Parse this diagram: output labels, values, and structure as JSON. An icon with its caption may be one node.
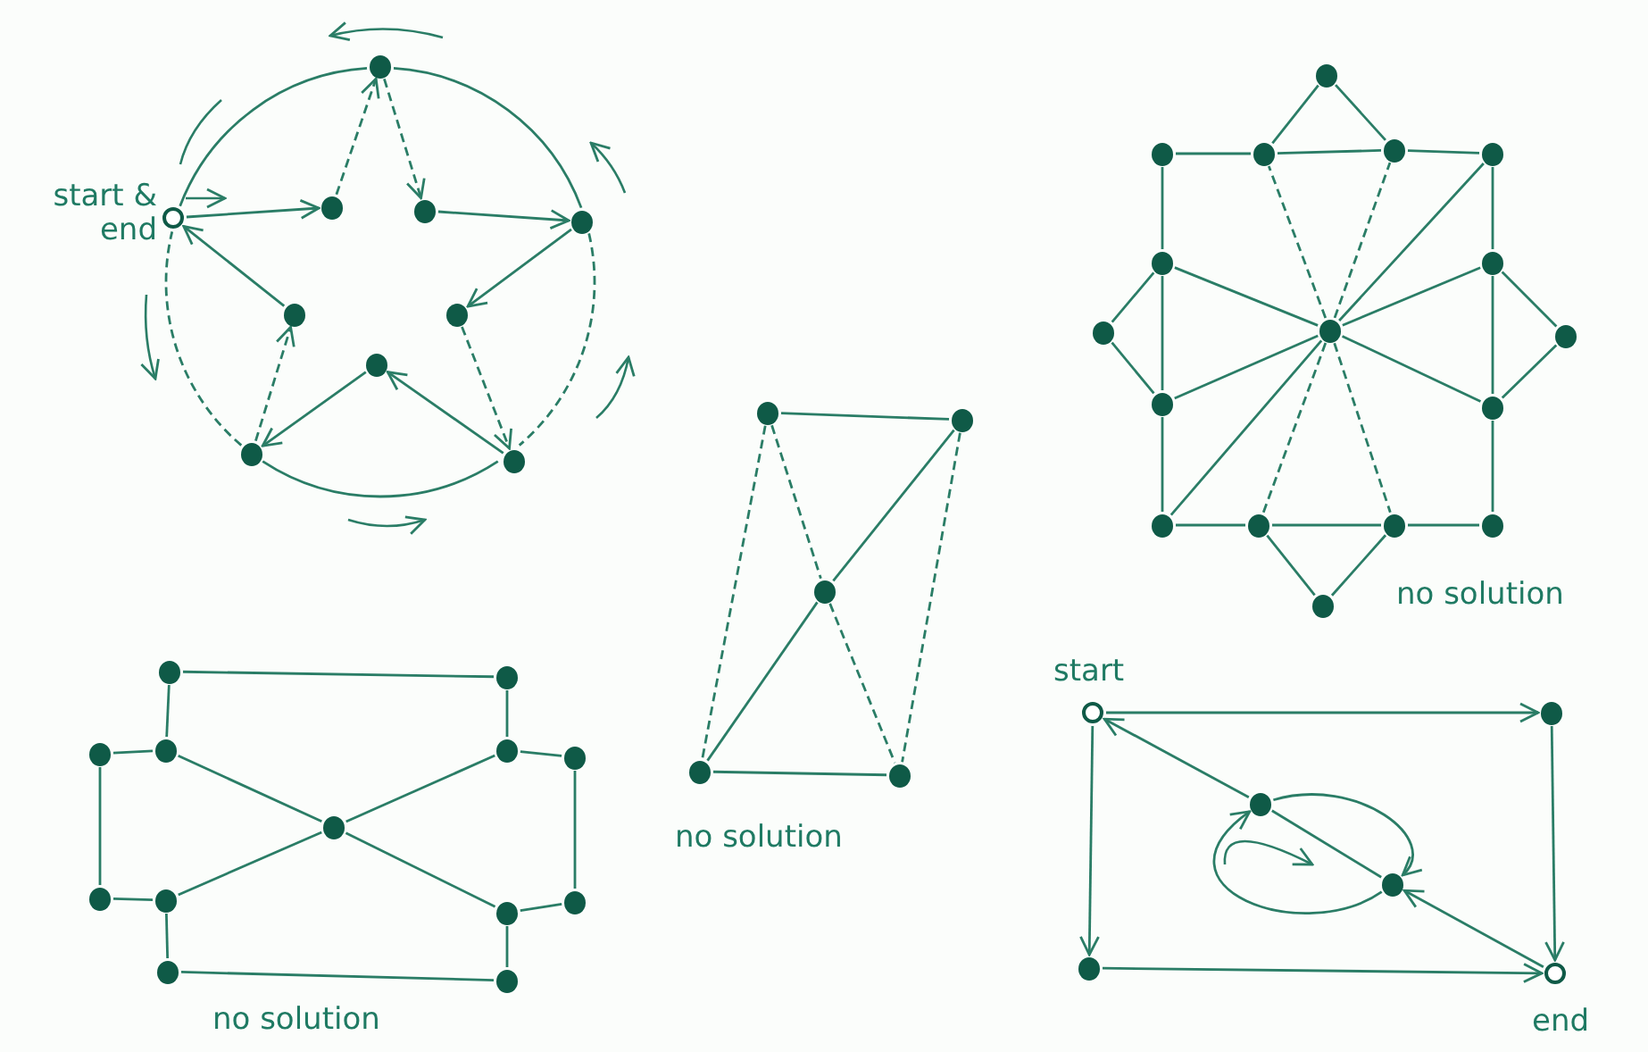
{
  "diagram": {
    "nodes": [
      {
        "text": [],
        "shape": "ring",
        "beside": [
          "start & end"
        ]
      },
      {
        "text": [],
        "shape": "circle"
      },
      {
        "text": [],
        "shape": "circle"
      },
      {
        "text": [],
        "shape": "circle"
      },
      {
        "text": [],
        "shape": "circle"
      },
      {
        "text": [],
        "shape": "circle"
      },
      {
        "text": [],
        "shape": "circle"
      },
      {
        "text": [],
        "shape": "circle"
      },
      {
        "text": [],
        "shape": "circle"
      },
      {
        "text": [],
        "shape": "circle"
      },
      {
        "text": [],
        "shape": "circle"
      },
      {
        "text": [],
        "shape": "circle"
      },
      {
        "text": [],
        "shape": "circle"
      },
      {
        "text": [],
        "shape": "circle"
      },
      {
        "text": [],
        "shape": "circle"
      },
      {
        "text": [],
        "shape": "circle"
      },
      {
        "text": [],
        "shape": "circle"
      },
      {
        "text": [],
        "shape": "circle"
      },
      {
        "text": [],
        "shape": "circle"
      },
      {
        "text": [],
        "shape": "circle"
      },
      {
        "text": [],
        "shape": "circle"
      },
      {
        "text": [],
        "shape": "circle"
      },
      {
        "text": [],
        "shape": "circle"
      },
      {
        "text": [],
        "shape": "circle"
      },
      {
        "text": [],
        "shape": "circle"
      },
      {
        "text": [],
        "shape": "circle"
      },
      {
        "text": [],
        "shape": "circle"
      },
      {
        "text": [],
        "shape": "circle"
      },
      {
        "text": [],
        "shape": "circle"
      },
      {
        "text": [],
        "shape": "circle"
      },
      {
        "text": [],
        "shape": "circle"
      },
      {
        "text": [],
        "shape": "circle"
      },
      {
        "text": [],
        "shape": "circle"
      },
      {
        "text": [],
        "shape": "circle"
      },
      {
        "text": [],
        "shape": "circle"
      },
      {
        "text": [],
        "shape": "circle"
      },
      {
        "text": [],
        "shape": "circle"
      },
      {
        "text": [],
        "shape": "circle"
      },
      {
        "text": [],
        "shape": "circle"
      },
      {
        "text": [],
        "shape": "circle"
      },
      {
        "text": [],
        "shape": "circle"
      },
      {
        "text": [],
        "shape": "circle"
      },
      {
        "text": [],
        "shape": "circle"
      },
      {
        "text": [],
        "shape": "circle"
      },
      {
        "text": [],
        "shape": "circle"
      },
      {
        "text": [],
        "shape": "ring",
        "beside": [
          "start"
        ]
      },
      {
        "text": [],
        "shape": "circle"
      },
      {
        "text": [],
        "shape": "circle"
      },
      {
        "text": [],
        "shape": "circle"
      },
      {
        "text": [],
        "shape": "circle"
      },
      {
        "text": [],
        "shape": "ring",
        "beside": [
          "end"
        ]
      }
    ],
    "edges": [
      {
        "from": 0,
        "to": 1,
        "arrow": "to"
      },
      {
        "from": 1,
        "to": 2,
        "arrow": "to",
        "style": "dashed"
      },
      {
        "from": 2,
        "to": 3,
        "arrow": "to",
        "style": "dashed"
      },
      {
        "from": 3,
        "to": 4,
        "arrow": "to"
      },
      {
        "from": 4,
        "to": 5,
        "arrow": "to"
      },
      {
        "from": 5,
        "to": 6,
        "arrow": "to",
        "style": "dashed"
      },
      {
        "from": 6,
        "to": 7,
        "arrow": "to"
      },
      {
        "from": 7,
        "to": 8,
        "arrow": "to"
      },
      {
        "from": 8,
        "to": 9,
        "arrow": "to",
        "style": "dashed"
      },
      {
        "from": 9,
        "to": 0,
        "arrow": "to"
      },
      {
        "from": 0,
        "to": 2,
        "arrow": "none"
      },
      {
        "from": 2,
        "to": 4,
        "arrow": "none"
      },
      {
        "from": 4,
        "to": 6,
        "arrow": "none",
        "style": "dashed"
      },
      {
        "from": 6,
        "to": 8,
        "arrow": "none"
      },
      {
        "from": 8,
        "to": 0,
        "arrow": "none",
        "style": "dashed"
      },
      {
        "from": 10,
        "to": 12,
        "arrow": "none"
      },
      {
        "from": 10,
        "to": 13,
        "arrow": "none"
      },
      {
        "from": 11,
        "to": 12,
        "arrow": "none"
      },
      {
        "from": 12,
        "to": 13,
        "arrow": "none"
      },
      {
        "from": 13,
        "to": 14,
        "arrow": "none"
      },
      {
        "from": 11,
        "to": 15,
        "arrow": "none"
      },
      {
        "from": 15,
        "to": 20,
        "arrow": "none"
      },
      {
        "from": 20,
        "to": 22,
        "arrow": "none"
      },
      {
        "from": 15,
        "to": 17,
        "arrow": "none"
      },
      {
        "from": 17,
        "to": 20,
        "arrow": "none"
      },
      {
        "from": 14,
        "to": 16,
        "arrow": "none"
      },
      {
        "from": 16,
        "to": 21,
        "arrow": "none"
      },
      {
        "from": 21,
        "to": 25,
        "arrow": "none"
      },
      {
        "from": 16,
        "to": 19,
        "arrow": "none"
      },
      {
        "from": 19,
        "to": 21,
        "arrow": "none"
      },
      {
        "from": 22,
        "to": 23,
        "arrow": "none"
      },
      {
        "from": 23,
        "to": 24,
        "arrow": "none"
      },
      {
        "from": 24,
        "to": 25,
        "arrow": "none"
      },
      {
        "from": 23,
        "to": 26,
        "arrow": "none"
      },
      {
        "from": 24,
        "to": 26,
        "arrow": "none"
      },
      {
        "from": 18,
        "to": 12,
        "arrow": "none",
        "style": "dashed"
      },
      {
        "from": 18,
        "to": 13,
        "arrow": "none",
        "style": "dashed"
      },
      {
        "from": 18,
        "to": 14,
        "arrow": "none"
      },
      {
        "from": 18,
        "to": 15,
        "arrow": "none"
      },
      {
        "from": 18,
        "to": 16,
        "arrow": "none"
      },
      {
        "from": 18,
        "to": 20,
        "arrow": "none"
      },
      {
        "from": 18,
        "to": 21,
        "arrow": "none"
      },
      {
        "from": 18,
        "to": 22,
        "arrow": "none"
      },
      {
        "from": 18,
        "to": 23,
        "arrow": "none",
        "style": "dashed"
      },
      {
        "from": 18,
        "to": 24,
        "arrow": "none",
        "style": "dashed"
      },
      {
        "from": 27,
        "to": 28,
        "arrow": "none"
      },
      {
        "from": 27,
        "to": 30,
        "arrow": "none",
        "style": "dashed"
      },
      {
        "from": 27,
        "to": 29,
        "arrow": "none",
        "style": "dashed"
      },
      {
        "from": 29,
        "to": 31,
        "arrow": "none",
        "style": "dashed"
      },
      {
        "from": 28,
        "to": 29,
        "arrow": "none"
      },
      {
        "from": 29,
        "to": 30,
        "arrow": "none"
      },
      {
        "from": 28,
        "to": 31,
        "arrow": "none",
        "style": "dashed"
      },
      {
        "from": 30,
        "to": 31,
        "arrow": "none"
      },
      {
        "from": 32,
        "to": 33,
        "arrow": "none"
      },
      {
        "from": 32,
        "to": 35,
        "arrow": "none"
      },
      {
        "from": 33,
        "to": 36,
        "arrow": "none"
      },
      {
        "from": 34,
        "to": 35,
        "arrow": "none"
      },
      {
        "from": 36,
        "to": 37,
        "arrow": "none"
      },
      {
        "from": 34,
        "to": 39,
        "arrow": "none"
      },
      {
        "from": 37,
        "to": 42,
        "arrow": "none"
      },
      {
        "from": 35,
        "to": 38,
        "arrow": "none"
      },
      {
        "from": 36,
        "to": 38,
        "arrow": "none"
      },
      {
        "from": 38,
        "to": 40,
        "arrow": "none"
      },
      {
        "from": 38,
        "to": 41,
        "arrow": "none"
      },
      {
        "from": 39,
        "to": 40,
        "arrow": "none"
      },
      {
        "from": 41,
        "to": 42,
        "arrow": "none"
      },
      {
        "from": 40,
        "to": 43,
        "arrow": "none"
      },
      {
        "from": 41,
        "to": 44,
        "arrow": "none"
      },
      {
        "from": 43,
        "to": 44,
        "arrow": "none"
      },
      {
        "from": 45,
        "to": 46,
        "arrow": "to"
      },
      {
        "from": 45,
        "to": 49,
        "arrow": "to"
      },
      {
        "from": 46,
        "to": 50,
        "arrow": "to"
      },
      {
        "from": 49,
        "to": 50,
        "arrow": "to"
      },
      {
        "from": 50,
        "to": 48,
        "arrow": "to"
      },
      {
        "from": 48,
        "to": 47,
        "arrow": "to"
      },
      {
        "from": 47,
        "to": 48,
        "arrow": "to"
      },
      {
        "from": 47,
        "to": 48,
        "arrow": "none"
      },
      {
        "from": 47,
        "to": 45,
        "arrow": "to"
      }
    ],
    "labels": [
      "no solution",
      "no solution",
      "no solution"
    ]
  }
}
